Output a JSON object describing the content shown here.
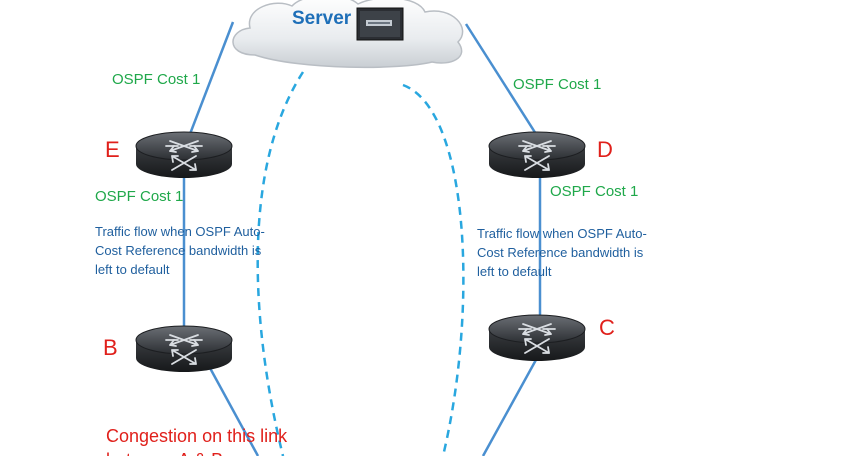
{
  "server": {
    "label": "Server",
    "icon": "server-icon"
  },
  "nodes": {
    "e": "E",
    "d": "D",
    "b": "B",
    "c": "C"
  },
  "links": {
    "server_e_cost": "OSPF Cost 1",
    "server_d_cost": "OSPF Cost 1",
    "e_b_cost": "OSPF Cost 1",
    "d_c_cost": "OSPF Cost 1"
  },
  "annotations": {
    "left_flow": "Traffic flow when OSPF Auto-Cost Reference bandwidth is left to default",
    "right_flow": "Traffic flow when OSPF Auto-Cost Reference bandwidth is left to default",
    "congestion": "Congestion on this link between A & B"
  },
  "colors": {
    "link": "#4a8fd0",
    "flow_dash": "#29a7df",
    "cost_text": "#1fa84a",
    "node_letter": "#e0201b",
    "note_text": "#1f5f9e"
  }
}
